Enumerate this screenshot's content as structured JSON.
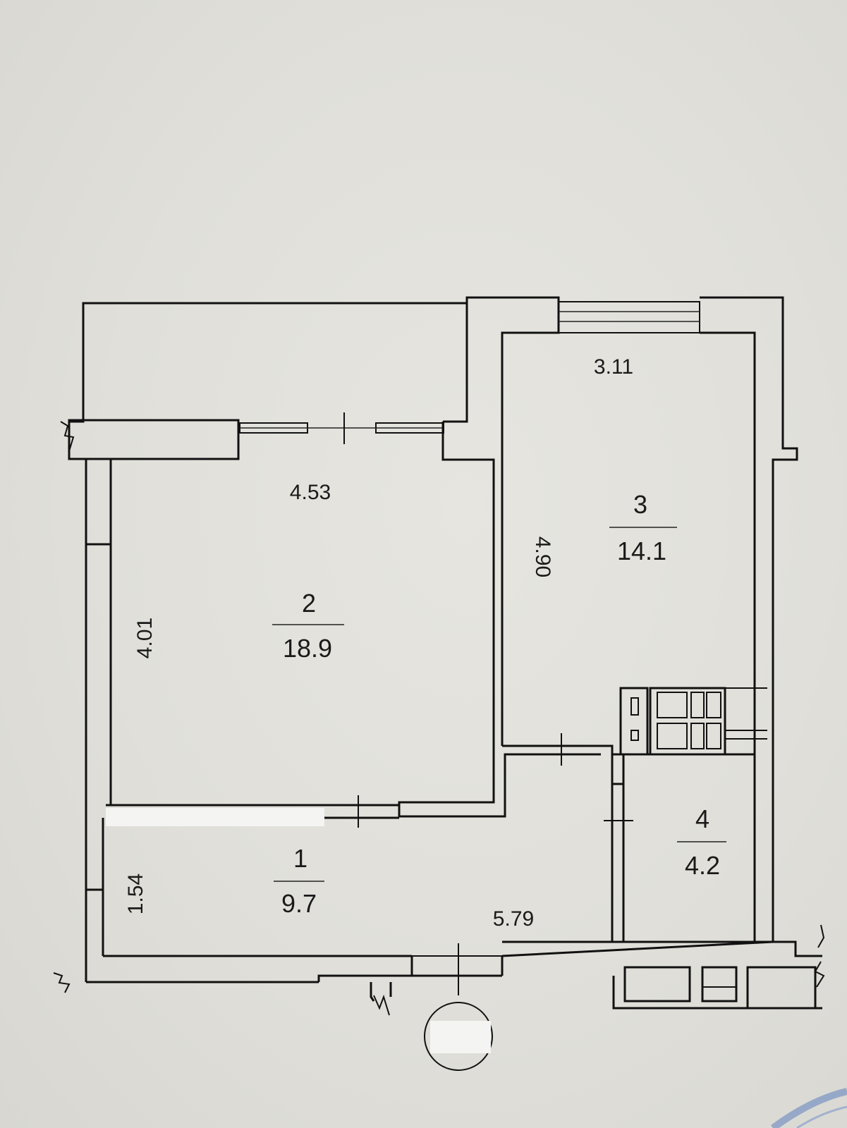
{
  "rooms": [
    {
      "number": "1",
      "area": "9.7"
    },
    {
      "number": "2",
      "area": "18.9"
    },
    {
      "number": "3",
      "area": "14.1"
    },
    {
      "number": "4",
      "area": "4.2"
    }
  ],
  "dimensions": {
    "living_width": "4.53",
    "living_depth": "4.01",
    "kitchen_width": "3.11",
    "kitchen_depth": "4.90",
    "hall_width": "5.79",
    "hall_depth": "1.54"
  }
}
